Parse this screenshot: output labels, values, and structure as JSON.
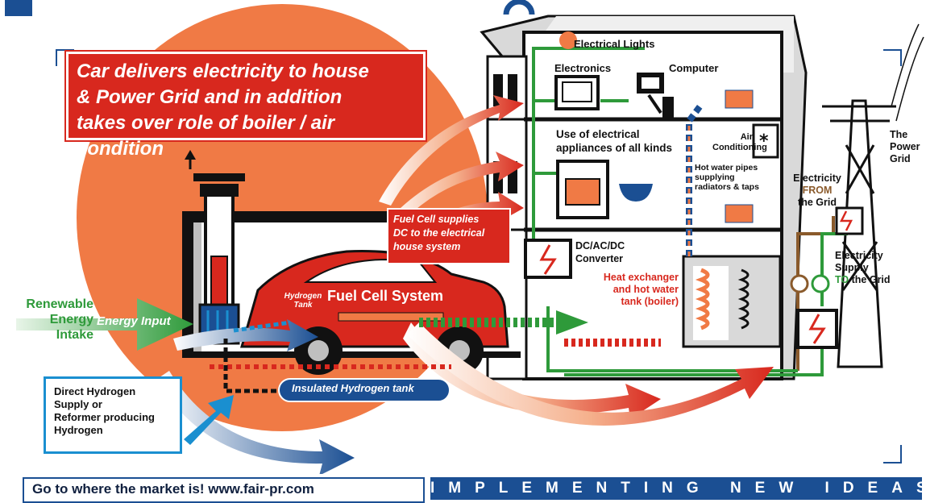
{
  "banner": {
    "text": "Car delivers electricity to house\n& Power Grid and in addition\ntakes over role of boiler / air condition"
  },
  "labels": {
    "electrical_lights": "Electrical Lights",
    "electronics": "Electronics",
    "computer": "Computer",
    "use_of_appliances": "Use of electrical\nappliances of all kinds",
    "air_conditioning": "Air\nConditioning",
    "hot_water_pipes": "Hot water pipes\nsupplying\nradiators & taps",
    "the_power_grid": "The\nPower\nGrid",
    "electricity_from_grid_1": "Electricity",
    "electricity_from_grid_2": "FROM",
    "electricity_from_grid_3": "the Grid",
    "electricity_supply_to_grid_1": "Electricity\nSupply",
    "electricity_supply_to_grid_2": "TO",
    "electricity_supply_to_grid_3": "the Grid",
    "dc_converter": "DC/AC/DC\nConverter",
    "heat_exchanger": "Heat exchanger\nand hot water\ntank (boiler)",
    "fuel_cell_supplies": "Fuel Cell supplies\nDC to the electrical\nhouse system",
    "hydrogen_tank": "Hydrogen\nTank",
    "fuel_cell_system": "Fuel Cell System",
    "renewable_energy_intake": "Renewable\nEnergy\nIntake",
    "energy_input": "Energy Input",
    "direct_hydrogen_supply": "Direct Hydrogen\nSupply or\nReformer producing\nHydrogen",
    "insulated_hydrogen_tank": "Insulated Hydrogen tank"
  },
  "footer": {
    "left": "Go to where the market is!   www.fair-pr.com",
    "right": "IMPLEMENTING NEW IDEAS"
  },
  "colors": {
    "red": "#d8281e",
    "orange": "#f07a45",
    "green": "#2e9a3a",
    "blue": "#1b4f93",
    "light_blue": "#1a8fd0",
    "gray": "#bfbfbf"
  }
}
